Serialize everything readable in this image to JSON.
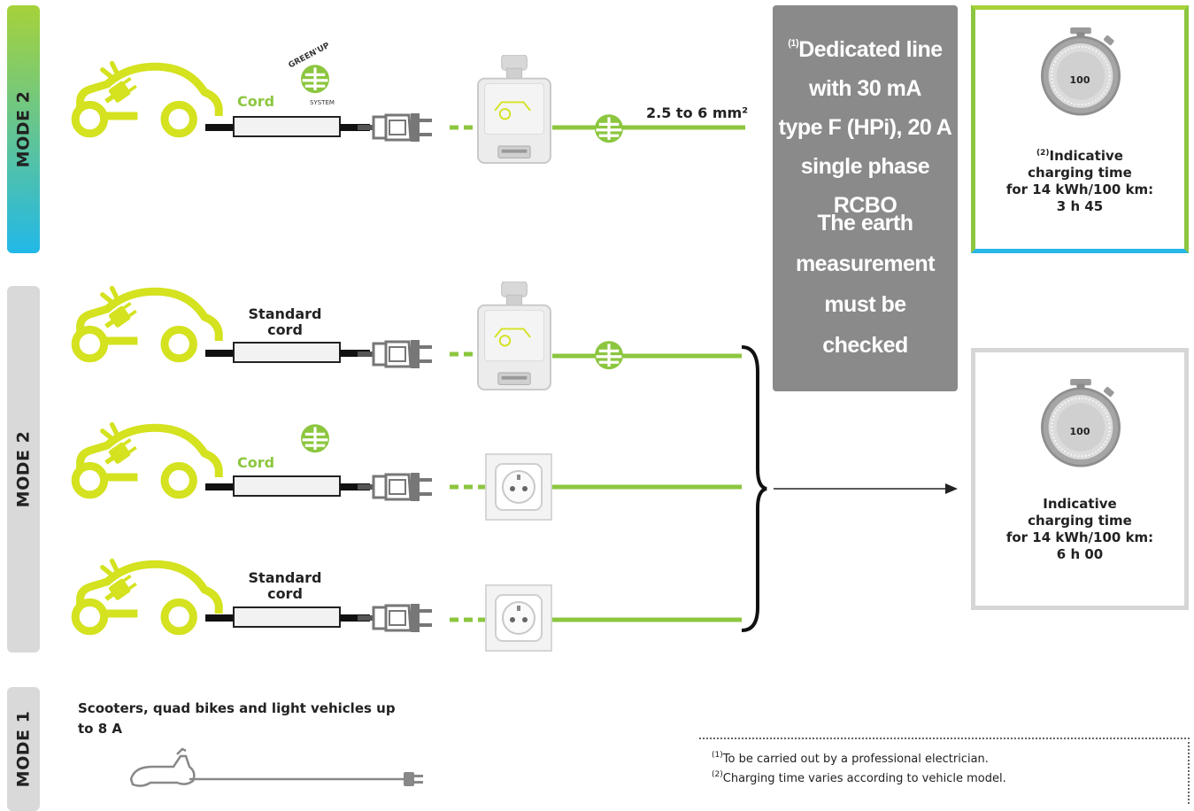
{
  "modes": {
    "mode2_top": "MODE 2",
    "mode2_bottom": "MODE 2",
    "mode1": "MODE 1"
  },
  "rows": {
    "row1_cord": "Cord",
    "row2_cord_line1": "Standard",
    "row2_cord_line2": "cord",
    "row3_cord": "Cord",
    "row4_cord_line1": "Standard",
    "row4_cord_line2": "cord"
  },
  "cable_section": "2.5 to 6 mm²",
  "logo": {
    "arc_text": "GREEN'UP",
    "sub_text": "SYSTEM"
  },
  "gray_box": {
    "sup": "(1)",
    "line1": "Dedicated line",
    "line2": "with 30 mA",
    "line3": "type F (HPi), 20 A",
    "line4": "single phase RCBO",
    "line5": "The earth",
    "line6": "measurement",
    "line7": "must be",
    "line8": "checked"
  },
  "timer_top": {
    "dial": "100",
    "sup": "(2)",
    "line1": "Indicative",
    "line2": "charging time",
    "line3": "for 14 kWh/100 km:",
    "line4": "3 h 45"
  },
  "timer_bottom": {
    "dial": "100",
    "line1": "Indicative",
    "line2": "charging time",
    "line3": "for 14 kWh/100 km:",
    "line4": "6 h 00"
  },
  "mode1": {
    "line1": "Scooters, quad bikes and light vehicles up",
    "line2": "to 8 A"
  },
  "footnotes": {
    "fn1_sup": "(1)",
    "fn1": "To be carried out by a professional electrician.",
    "fn2_sup": "(2)",
    "fn2": "Charging time varies according to vehicle model."
  },
  "colors": {
    "green": "#8cc63f",
    "car": "#d4e21f",
    "gray": "#8a8a8a",
    "cyan": "#29b6e8"
  }
}
